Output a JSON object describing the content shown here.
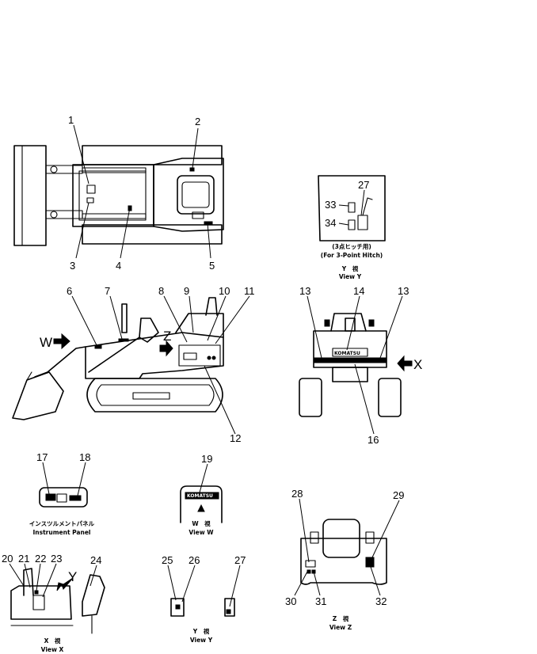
{
  "callouts": {
    "n1": "1",
    "n2": "2",
    "n3": "3",
    "n4": "4",
    "n5": "5",
    "n6": "6",
    "n7": "7",
    "n8": "8",
    "n9": "9",
    "n10": "10",
    "n11": "11",
    "n12": "12",
    "n13a": "13",
    "n13b": "13",
    "n14": "14",
    "n16": "16",
    "n17": "17",
    "n18": "18",
    "n19": "19",
    "n20": "20",
    "n21": "21",
    "n22": "22",
    "n23": "23",
    "n24": "24",
    "n25": "25",
    "n26": "26",
    "n27a": "27",
    "n27b": "27",
    "n28": "28",
    "n29": "29",
    "n30": "30",
    "n31": "31",
    "n32": "32",
    "n33": "33",
    "n34": "34"
  },
  "view_letters": {
    "w": "W",
    "z": "Z",
    "x": "X",
    "y": "Y"
  },
  "captions": {
    "hitch_jp": "(3点ヒッチ用)",
    "hitch_en": "(For 3-Point Hitch)",
    "view_y_jp": "Y　視",
    "view_y_en": "View Y",
    "panel_jp": "インスツルメントパネル",
    "panel_en": "Instrument Panel",
    "view_w_jp": "W　視",
    "view_w_en": "View W",
    "view_x_jp": "X　視",
    "view_x_en": "View X",
    "view_y2_jp": "Y　視",
    "view_y2_en": "View Y",
    "view_z_jp": "Z　視",
    "view_z_en": "View Z"
  },
  "plate_text": {
    "brand_front": "KOMATSU",
    "brand_rear": "KOMATSU"
  }
}
